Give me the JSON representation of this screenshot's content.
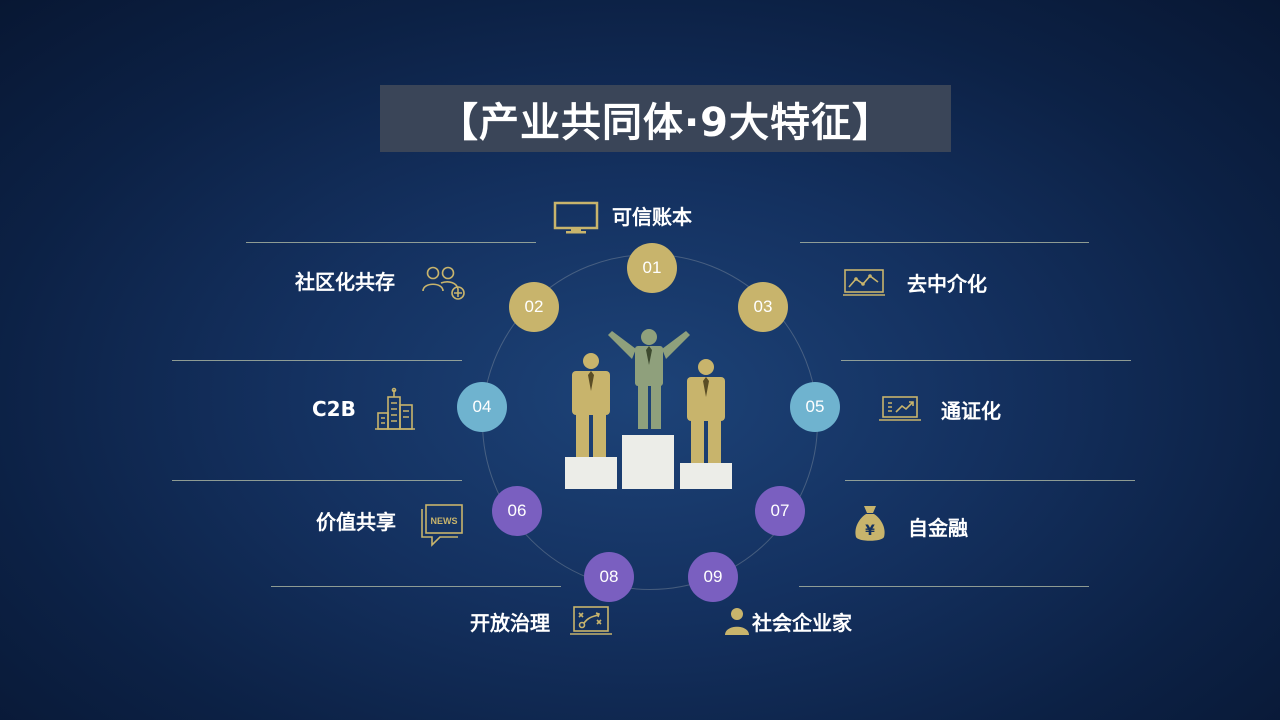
{
  "title": "【产业共同体·9大特征】",
  "colors": {
    "gold": "#c8b46c",
    "blue": "#6fb3cf",
    "purple": "#7a5fc0",
    "podium": "#ecede8",
    "leader": "#8fa07c"
  },
  "features": [
    {
      "num": "01",
      "label": "可信账本",
      "icon": "monitor-icon"
    },
    {
      "num": "02",
      "label": "社区化共存",
      "icon": "users-add-icon"
    },
    {
      "num": "03",
      "label": "去中介化",
      "icon": "chart-screen-icon"
    },
    {
      "num": "04",
      "label": "C2B",
      "icon": "buildings-icon"
    },
    {
      "num": "05",
      "label": "通证化",
      "icon": "laptop-chart-icon"
    },
    {
      "num": "06",
      "label": "价值共享",
      "icon": "news-bubble-icon"
    },
    {
      "num": "07",
      "label": "自金融",
      "icon": "money-bag-icon"
    },
    {
      "num": "08",
      "label": "开放治理",
      "icon": "strategy-board-icon"
    },
    {
      "num": "09",
      "label": "社会企业家",
      "icon": "person-icon"
    }
  ],
  "money_symbol": "¥",
  "news_text": "NEWS"
}
